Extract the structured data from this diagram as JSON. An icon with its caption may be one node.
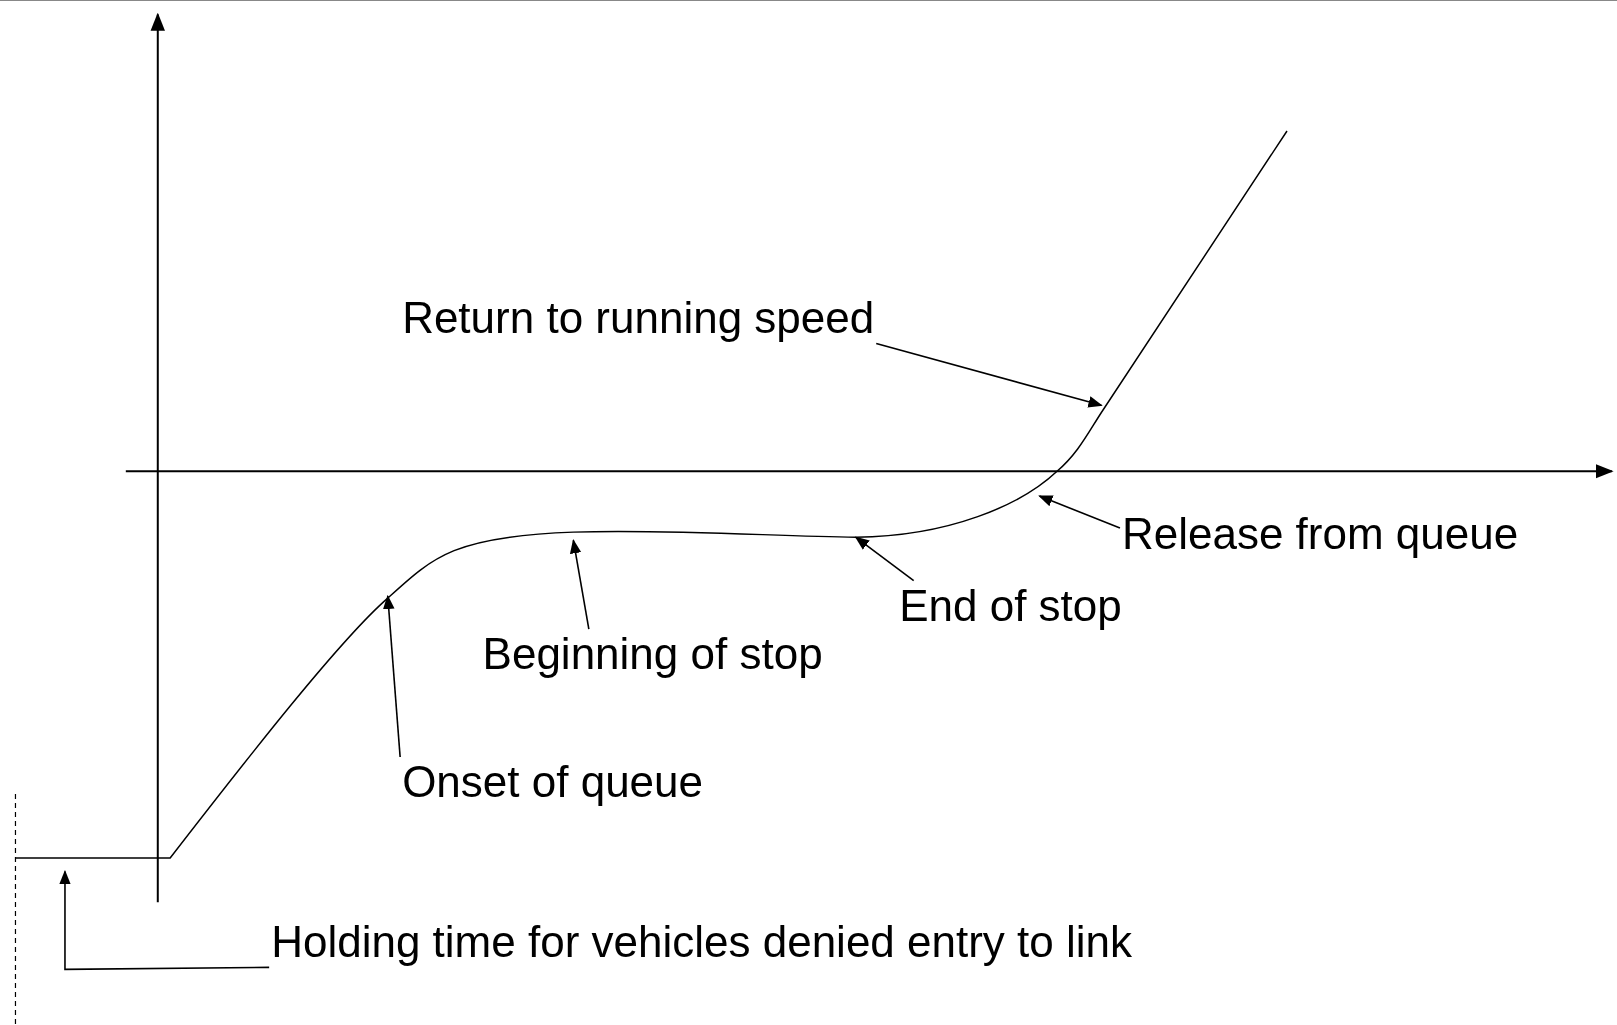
{
  "diagram": {
    "nodes": [
      {
        "text": [
          "Return to running speed"
        ]
      },
      {
        "text": [
          "Release from queue"
        ]
      },
      {
        "text": [
          "End of stop"
        ]
      },
      {
        "text": [
          "Beginning of stop"
        ]
      },
      {
        "text": [
          "Onset of queue"
        ]
      },
      {
        "text": [
          "Holding time for vehicles denied entry to link"
        ]
      }
    ],
    "edges": [
      {
        "from": 0,
        "to": null,
        "arrow": "to"
      },
      {
        "from": 1,
        "to": null,
        "arrow": "to"
      },
      {
        "from": 2,
        "to": null,
        "arrow": "to"
      },
      {
        "from": 3,
        "to": null,
        "arrow": "to"
      },
      {
        "from": 4,
        "to": null,
        "arrow": "to"
      },
      {
        "from": 5,
        "to": null,
        "arrow": "to"
      }
    ]
  }
}
